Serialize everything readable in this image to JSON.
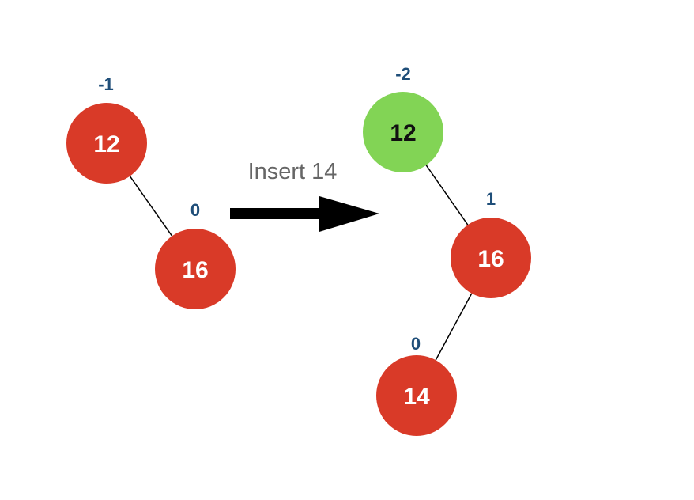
{
  "colors": {
    "node_default": "#d93a28",
    "node_highlight": "#82d455",
    "node_text_default": "#ffffff",
    "node_text_highlight": "#111111",
    "balance_text": "#1f4e79",
    "edge": "#000000",
    "arrow": "#000000",
    "caption_text": "#666666"
  },
  "caption": "Insert 14",
  "before": {
    "nodes": [
      {
        "id": "b12",
        "value": "12",
        "balance": "-1",
        "highlight": false
      },
      {
        "id": "b16",
        "value": "16",
        "balance": "0",
        "highlight": false
      }
    ],
    "edges": [
      [
        "b12",
        "b16"
      ]
    ]
  },
  "after": {
    "nodes": [
      {
        "id": "a12",
        "value": "12",
        "balance": "-2",
        "highlight": true
      },
      {
        "id": "a16",
        "value": "16",
        "balance": "1",
        "highlight": false
      },
      {
        "id": "a14",
        "value": "14",
        "balance": "0",
        "highlight": false
      }
    ],
    "edges": [
      [
        "a12",
        "a16"
      ],
      [
        "a16",
        "a14"
      ]
    ]
  }
}
